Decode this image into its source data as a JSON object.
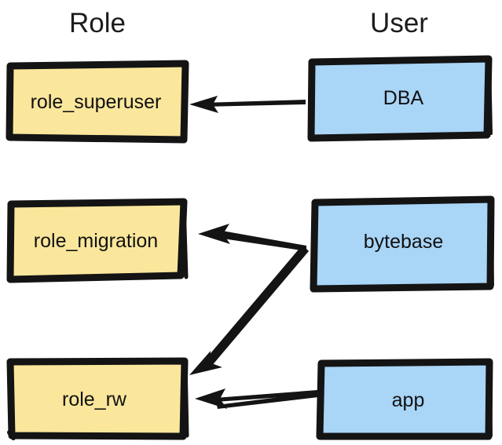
{
  "diagram": {
    "title_role": "Role",
    "title_user": "User",
    "background_color": "#ffffff",
    "role_fill_color": "#fae79c",
    "user_fill_color": "#a9d5f7",
    "stroke_color": "#141414",
    "text_color": "#111111"
  },
  "columns": [
    {
      "id": "role",
      "label": "Role"
    },
    {
      "id": "user",
      "label": "User"
    }
  ],
  "nodes": [
    {
      "id": "role_superuser",
      "label": "role_superuser",
      "column": "role",
      "fill": "#fae79c"
    },
    {
      "id": "role_migration",
      "label": "role_migration",
      "column": "role",
      "fill": "#fae79c"
    },
    {
      "id": "role_rw",
      "label": "role_rw",
      "column": "role",
      "fill": "#fae79c"
    },
    {
      "id": "dba",
      "label": "DBA",
      "column": "user",
      "fill": "#a9d5f7"
    },
    {
      "id": "bytebase",
      "label": "bytebase",
      "column": "user",
      "fill": "#a9d5f7"
    },
    {
      "id": "app",
      "label": "app",
      "column": "user",
      "fill": "#a9d5f7"
    }
  ],
  "edges": [
    {
      "id": "dba-to-role-superuser",
      "from": "dba",
      "to": "role_superuser",
      "style": "single-stroke"
    },
    {
      "id": "bytebase-to-role-migration",
      "from": "bytebase",
      "to": "role_migration",
      "style": "single-stroke"
    },
    {
      "id": "bytebase-to-role-rw",
      "from": "bytebase",
      "to": "role_rw",
      "style": "single-stroke-diagonal"
    },
    {
      "id": "app-to-role-rw",
      "from": "app",
      "to": "role_rw",
      "style": "double-stroke"
    }
  ]
}
